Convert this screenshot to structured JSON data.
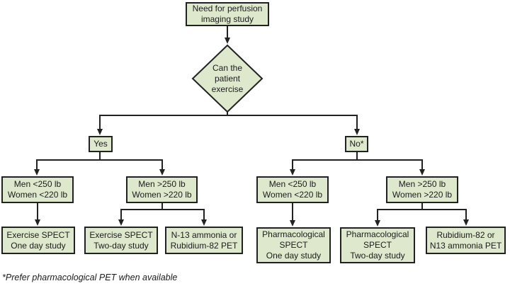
{
  "colors": {
    "box_fill": "#dde8cc",
    "box_border": "#222222",
    "line": "#222222",
    "background": "#ffffff"
  },
  "flowchart": {
    "start": {
      "label": "Need for perfusion\nimaging study"
    },
    "decision": {
      "label": "Can the\npatient\nexercise"
    },
    "yes": {
      "label": "Yes"
    },
    "no": {
      "label": "No*"
    },
    "yes_light": {
      "label": "Men <250 lb\nWomen <220 lb"
    },
    "yes_heavy": {
      "label": "Men >250 lb\nWomen >220 lb"
    },
    "no_light": {
      "label": "Men <250 lb\nWomen <220 lb"
    },
    "no_heavy": {
      "label": "Men >250 lb\nWomen >220 lb"
    },
    "exercise_spect_one_day": {
      "label": "Exercise SPECT\nOne day study"
    },
    "exercise_spect_two_day": {
      "label": "Exercise SPECT\nTwo-day study"
    },
    "n13_ammonia_rubidium_pet": {
      "label": "N-13 ammonia or\nRubidium-82 PET"
    },
    "pharm_spect_one_day": {
      "label": "Pharmacological\nSPECT\nOne day study"
    },
    "pharm_spect_two_day": {
      "label": "Pharmacological\nSPECT\nTwo-day study"
    },
    "rubidium_n13_ammonia_pet": {
      "label": "Rubidium-82 or\nN13 ammonia PET"
    }
  },
  "footnote": "*Prefer pharmacological PET when available"
}
